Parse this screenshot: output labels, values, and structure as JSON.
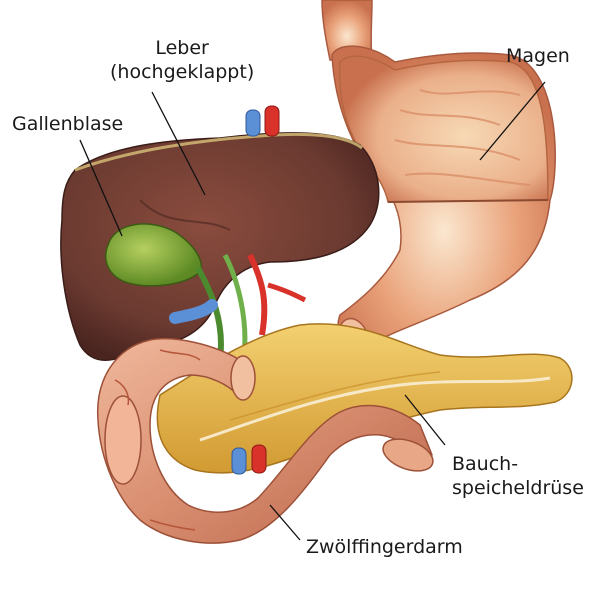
{
  "labels": {
    "liver_line1": "Leber",
    "liver_line2": "(hochgeklappt)",
    "stomach": "Magen",
    "gallbladder": "Gallenblase",
    "pancreas_line1": "Bauch-",
    "pancreas_line2": "speicheldrüse",
    "duodenum": "Zwölffingerdarm"
  },
  "colors": {
    "liver": "#6b3a30",
    "liver_dark": "#4a2520",
    "gallbladder": "#7fa33a",
    "stomach": "#d9906a",
    "stomach_inner": "#f2c49a",
    "pancreas": "#e8b84a",
    "duodenum": "#d98e70",
    "artery": "#d8322a",
    "vein": "#5b8fd6",
    "bile_duct": "#4c8a2e",
    "leader_line": "#111111"
  }
}
